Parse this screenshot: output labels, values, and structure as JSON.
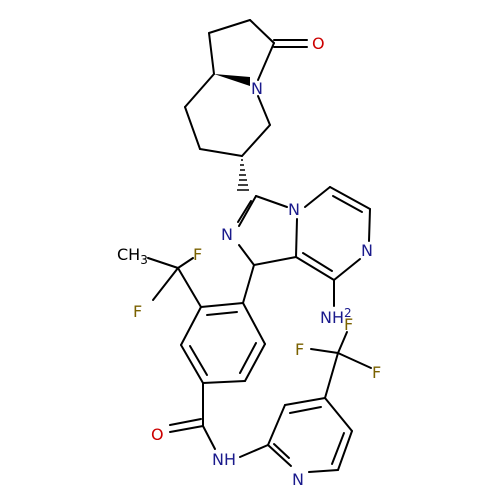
{
  "colors": {
    "carbon": "#000000",
    "nitrogen": "#1a1a8c",
    "oxygen": "#cc0000",
    "fluorine": "#7a6100",
    "background": "#ffffff"
  },
  "atom_labels": {
    "o_lactam": "O",
    "n_lactam": "N",
    "n_bridge": "N",
    "n_imid": "N",
    "n_pyrazine": "N",
    "nh2": "NH",
    "nh2_sub": "2",
    "ch3": "CH",
    "ch3_sub": "3",
    "f_upper": "F",
    "f_lower": "F",
    "f_cf3_top": "F",
    "f_cf3_left": "F",
    "f_cf3_right": "F",
    "o_amide": "O",
    "nh_amide": "NH",
    "n_pyridine": "N"
  }
}
